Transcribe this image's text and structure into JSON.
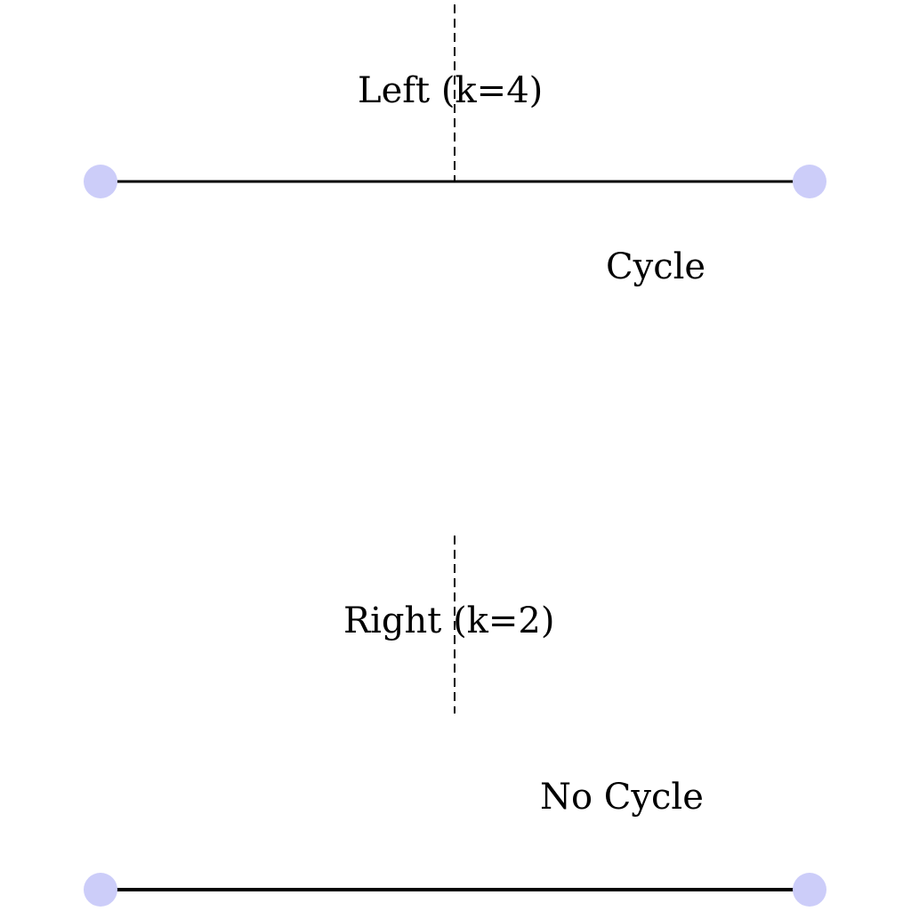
{
  "diagram": {
    "top": {
      "label": "Left (k=4)",
      "status": "Cycle"
    },
    "bottom": {
      "label": "Right (k=2)",
      "status": "No Cycle"
    }
  },
  "colors": {
    "node_fill": "#cccdf9",
    "edge": "#000000",
    "divider": "#000000",
    "text": "#000000",
    "background": "#ffffff"
  }
}
